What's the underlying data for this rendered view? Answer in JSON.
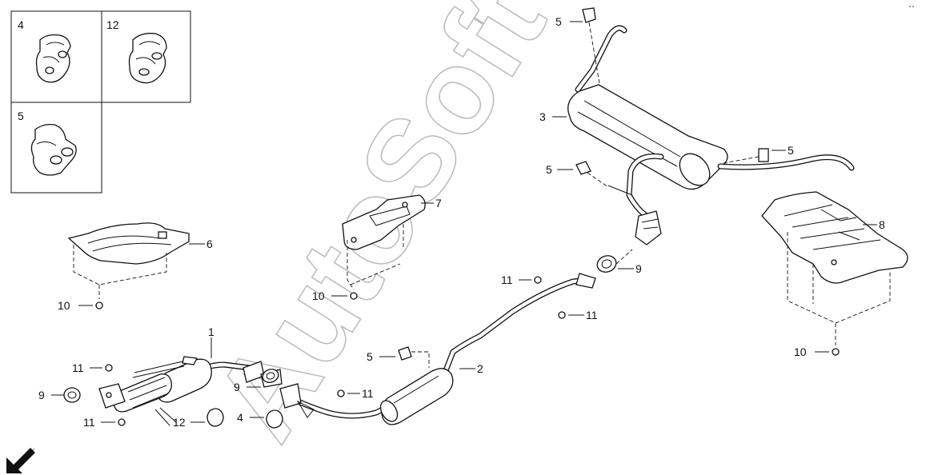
{
  "watermark": "AutoSoft",
  "parts_boxes": [
    {
      "number": "4"
    },
    {
      "number": "12"
    },
    {
      "number": "5"
    }
  ],
  "callouts": {
    "c1": "1",
    "c2": "2",
    "c3": "3",
    "c4": "4",
    "c5a": "5",
    "c5b": "5",
    "c5c": "5",
    "c5d": "5",
    "c6": "6",
    "c7": "7",
    "c8": "8",
    "c9a": "9",
    "c9b": "9",
    "c9c": "9",
    "c10a": "10",
    "c10b": "10",
    "c10c": "10",
    "c11a": "11",
    "c11b": "11",
    "c11c": "11",
    "c11d": "11",
    "c11e": "11",
    "c12": "12"
  },
  "icons": {
    "direction_arrow": "arrow-down-left-icon"
  }
}
